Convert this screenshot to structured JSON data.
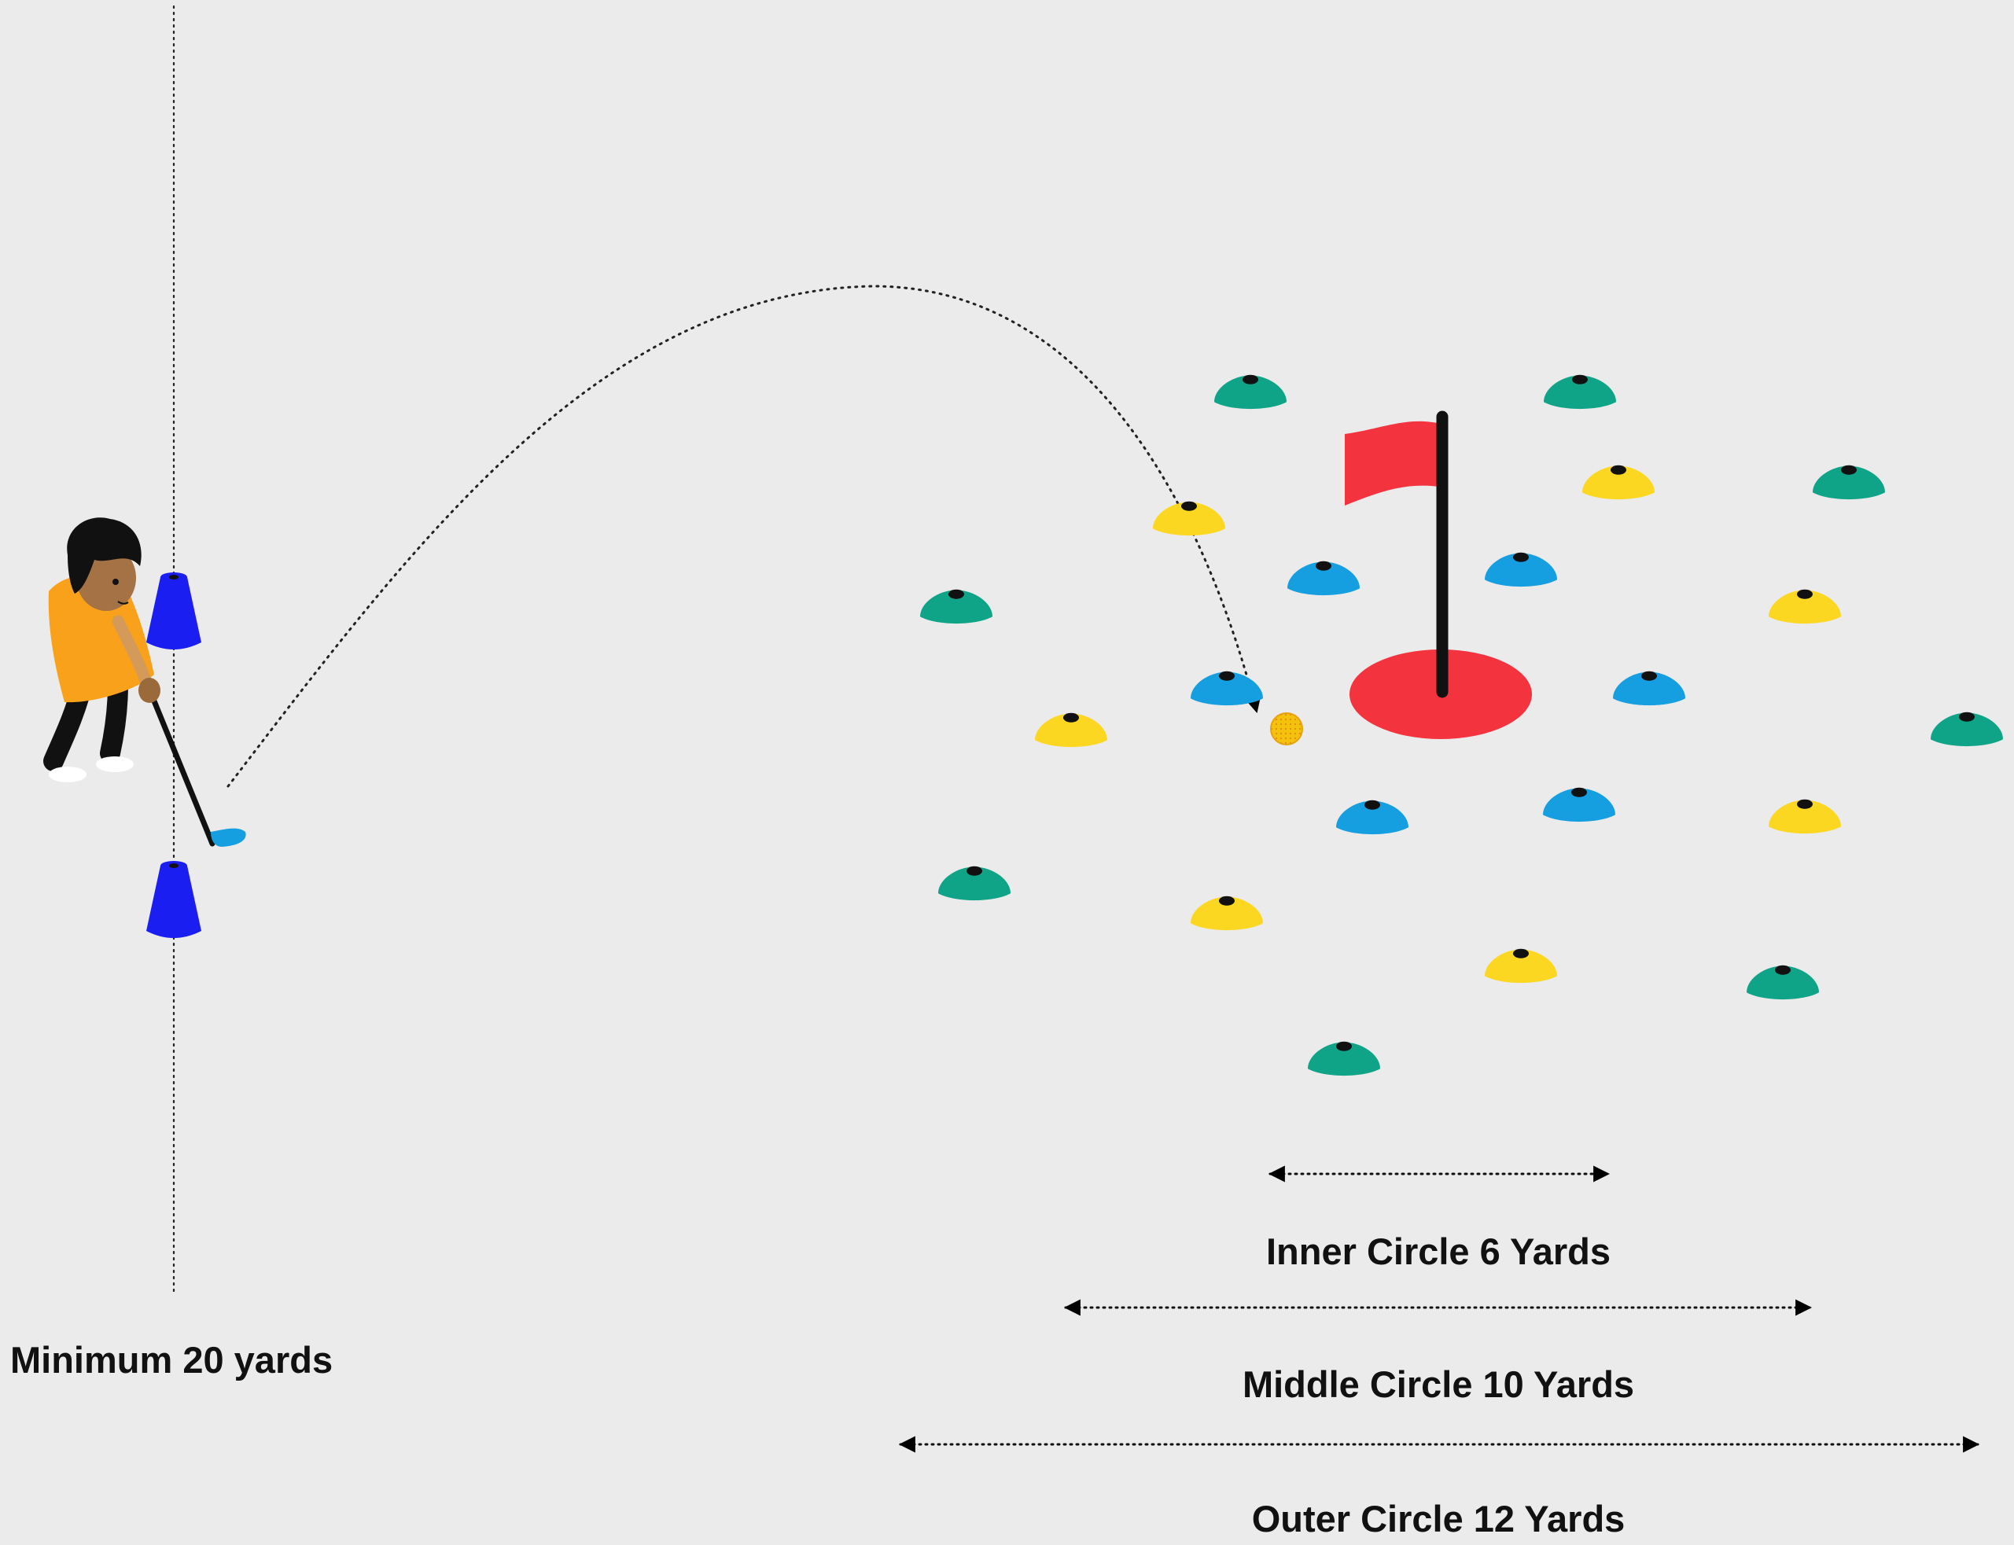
{
  "labels": {
    "minimum": "Minimum 20 yards",
    "inner": "Inner Circle 6 Yards",
    "middle": "Middle Circle 10 Yards",
    "outer": "Outer Circle 12 Yards"
  },
  "colors": {
    "background": "#ebebeb",
    "green_cone": "#0fa487",
    "yellow_cone": "#fcd722",
    "blue_cone": "#159ee0",
    "start_cone": "#1a1ef0",
    "flag": "#f3343f",
    "hole": "#f3343f",
    "player_shirt": "#f9a11b",
    "ball": "#f4c20d"
  },
  "icons": {
    "player": "golfer-icon",
    "flag": "flag-icon",
    "ball": "golf-ball-icon",
    "cone": "disc-cone-icon",
    "start_cone": "tall-cone-icon"
  }
}
